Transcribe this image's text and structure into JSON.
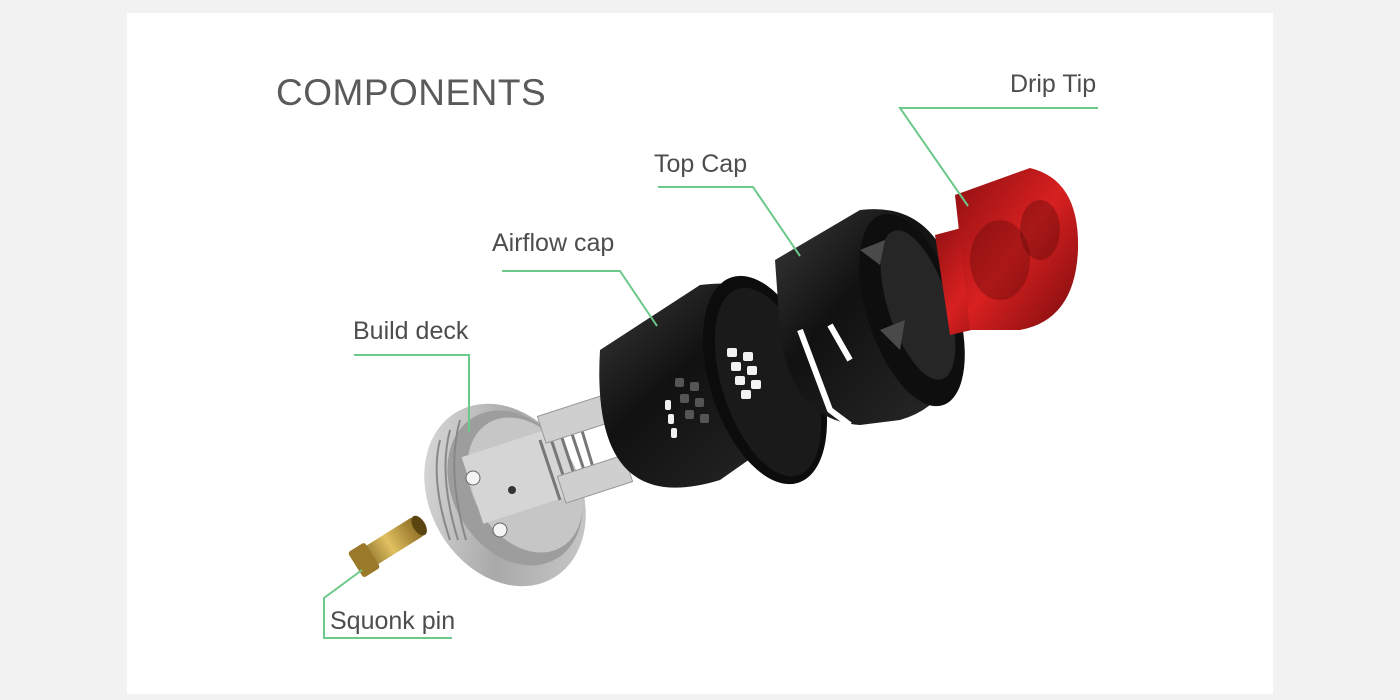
{
  "page": {
    "title": "COMPONENTS",
    "background_color": "#f2f2f2",
    "panel_color": "#ffffff",
    "leader_line_color": "#6cc98a",
    "text_color": "#4d4d4d"
  },
  "components": [
    {
      "id": "drip-tip",
      "label": "Drip Tip",
      "color": "#c0161a"
    },
    {
      "id": "top-cap",
      "label": "Top Cap",
      "color": "#1c1c1c"
    },
    {
      "id": "airflow-cap",
      "label": "Airflow cap",
      "color": "#1a1a1a"
    },
    {
      "id": "build-deck",
      "label": "Build deck",
      "color": "#b8b8b8"
    },
    {
      "id": "squonk-pin",
      "label": "Squonk pin",
      "color": "#b08a2e"
    }
  ]
}
